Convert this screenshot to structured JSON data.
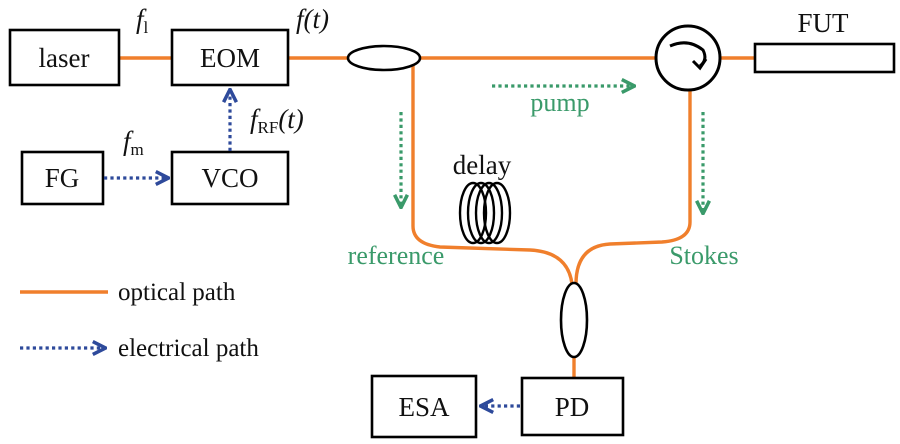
{
  "colors": {
    "optical": "#f07f2c",
    "electrical": "#2e4a9b",
    "annotation": "#3a9a6a",
    "outline": "#000000"
  },
  "blocks": {
    "laser": "laser",
    "eom": "EOM",
    "fg": "FG",
    "vco": "VCO",
    "fut": "FUT",
    "pd": "PD",
    "esa": "ESA"
  },
  "signals": {
    "fl_base": "f",
    "fl_sub": "l",
    "ft": "f(t)",
    "fm_base": "f",
    "fm_sub": "m",
    "frf_base": "f",
    "frf_sub": "RF",
    "frf_tail": "(t)"
  },
  "annotations": {
    "delay": "delay",
    "pump": "pump",
    "reference": "reference",
    "stokes": "Stokes"
  },
  "legend": {
    "optical": "optical path",
    "electrical": "electrical path"
  }
}
